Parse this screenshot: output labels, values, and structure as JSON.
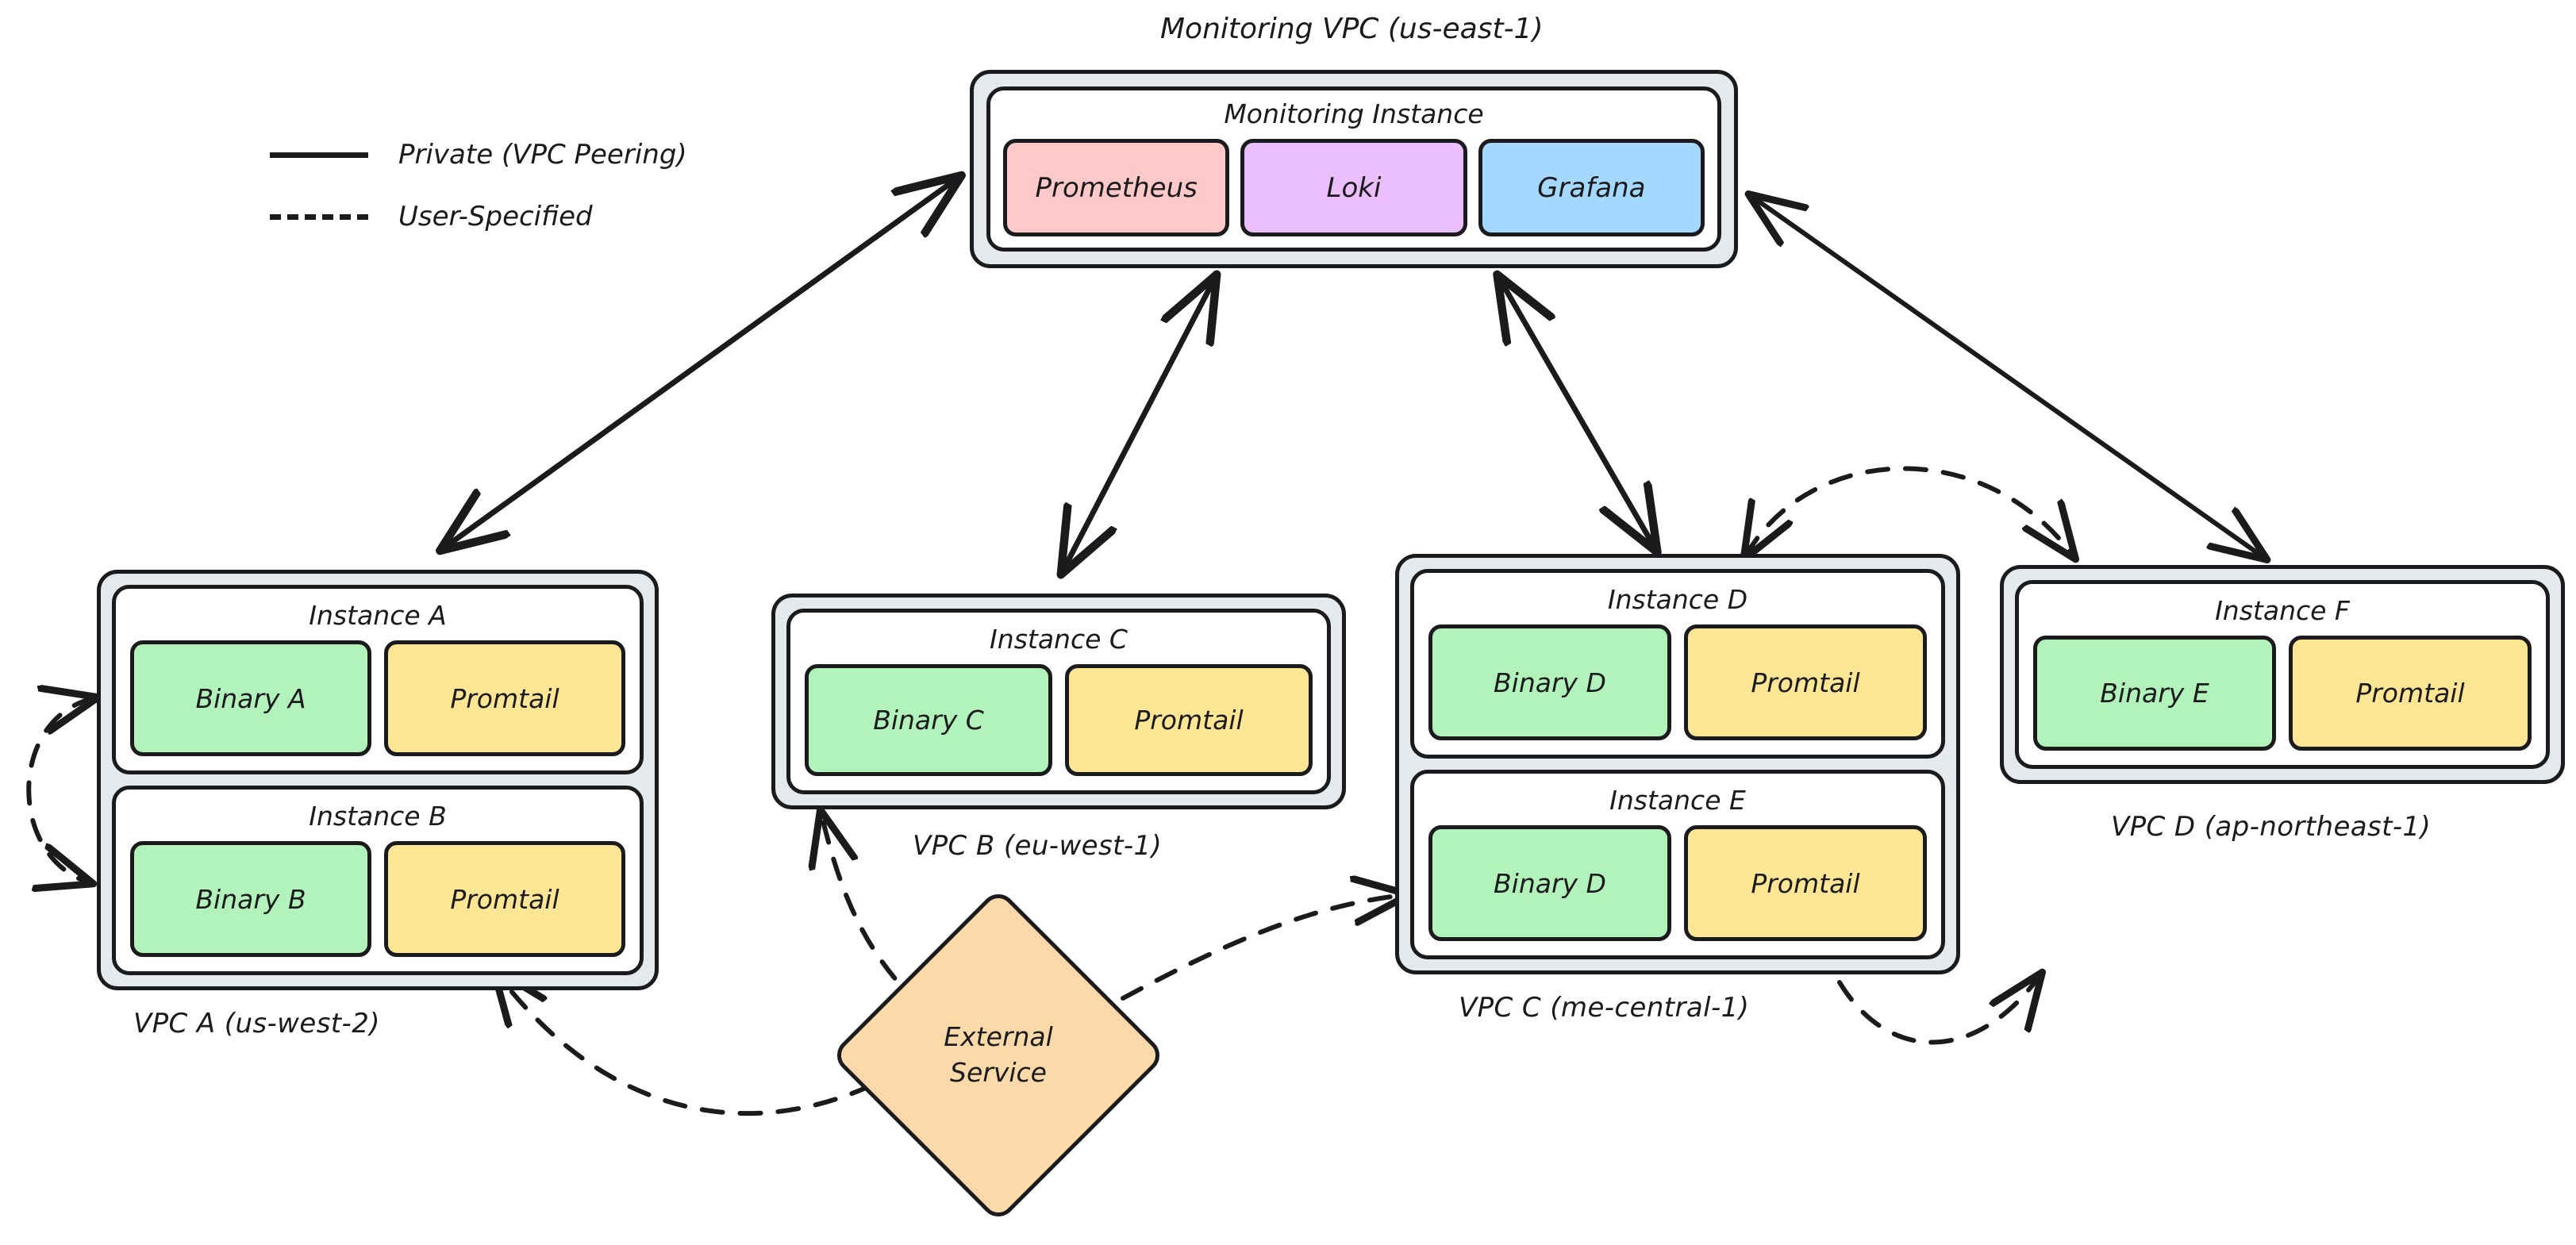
{
  "diagram": {
    "title_top": "Monitoring VPC (us-east-1)",
    "legend": {
      "items": [
        {
          "style": "solid",
          "label": "Private (VPC Peering)"
        },
        {
          "style": "dashed",
          "label": "User-Specified"
        }
      ]
    },
    "colors": {
      "prometheus": "#ffc9c9",
      "loki": "#eabffb",
      "grafana": "#a5d8ff",
      "binary": "#b2f2bb",
      "promtail": "#ffe694",
      "external": "#fcd9a8",
      "vpc_band": "#e4e9ed",
      "stroke": "#1b1b1d"
    },
    "monitoring_vpc": {
      "caption": "Monitoring VPC (us-east-1)",
      "instance": {
        "title": "Monitoring Instance",
        "services": [
          {
            "label": "Prometheus",
            "color": "pink"
          },
          {
            "label": "Loki",
            "color": "purple"
          },
          {
            "label": "Grafana",
            "color": "blue"
          }
        ]
      }
    },
    "vpcs": [
      {
        "id": "vpc-a",
        "caption": "VPC A (us-west-2)",
        "instances": [
          {
            "title": "Instance A",
            "services": [
              {
                "label": "Binary A",
                "color": "green"
              },
              {
                "label": "Promtail",
                "color": "yellow"
              }
            ]
          },
          {
            "title": "Instance B",
            "services": [
              {
                "label": "Binary B",
                "color": "green"
              },
              {
                "label": "Promtail",
                "color": "yellow"
              }
            ]
          }
        ]
      },
      {
        "id": "vpc-b",
        "caption": "VPC B (eu-west-1)",
        "instances": [
          {
            "title": "Instance C",
            "services": [
              {
                "label": "Binary C",
                "color": "green"
              },
              {
                "label": "Promtail",
                "color": "yellow"
              }
            ]
          }
        ]
      },
      {
        "id": "vpc-c",
        "caption": "VPC C (me-central-1)",
        "instances": [
          {
            "title": "Instance D",
            "services": [
              {
                "label": "Binary D",
                "color": "green"
              },
              {
                "label": "Promtail",
                "color": "yellow"
              }
            ]
          },
          {
            "title": "Instance E",
            "services": [
              {
                "label": "Binary D",
                "color": "green"
              },
              {
                "label": "Promtail",
                "color": "yellow"
              }
            ]
          }
        ]
      },
      {
        "id": "vpc-d",
        "caption": "VPC D (ap-northeast-1)",
        "instances": [
          {
            "title": "Instance F",
            "services": [
              {
                "label": "Binary E",
                "color": "green"
              },
              {
                "label": "Promtail",
                "color": "yellow"
              }
            ]
          }
        ]
      }
    ],
    "external_service": {
      "label": "External\nService"
    },
    "connections": [
      {
        "from": "monitoring-vpc",
        "to": "vpc-a",
        "style": "solid",
        "arrows": "both"
      },
      {
        "from": "monitoring-vpc",
        "to": "vpc-b",
        "style": "solid",
        "arrows": "both"
      },
      {
        "from": "monitoring-vpc",
        "to": "vpc-c",
        "style": "solid",
        "arrows": "both"
      },
      {
        "from": "monitoring-vpc",
        "to": "vpc-d",
        "style": "solid",
        "arrows": "both"
      },
      {
        "from": "instance-a",
        "to": "instance-b",
        "style": "dashed",
        "arrows": "both"
      },
      {
        "from": "external-service",
        "to": "vpc-a",
        "style": "dashed",
        "arrows": "to"
      },
      {
        "from": "external-service",
        "to": "vpc-b",
        "style": "dashed",
        "arrows": "to"
      },
      {
        "from": "external-service",
        "to": "vpc-c",
        "style": "dashed",
        "arrows": "to"
      },
      {
        "from": "vpc-d",
        "to": "vpc-c",
        "style": "dashed",
        "arrows": "both"
      },
      {
        "from": "vpc-c",
        "to": "vpc-d",
        "style": "dashed",
        "arrows": "to"
      }
    ]
  }
}
